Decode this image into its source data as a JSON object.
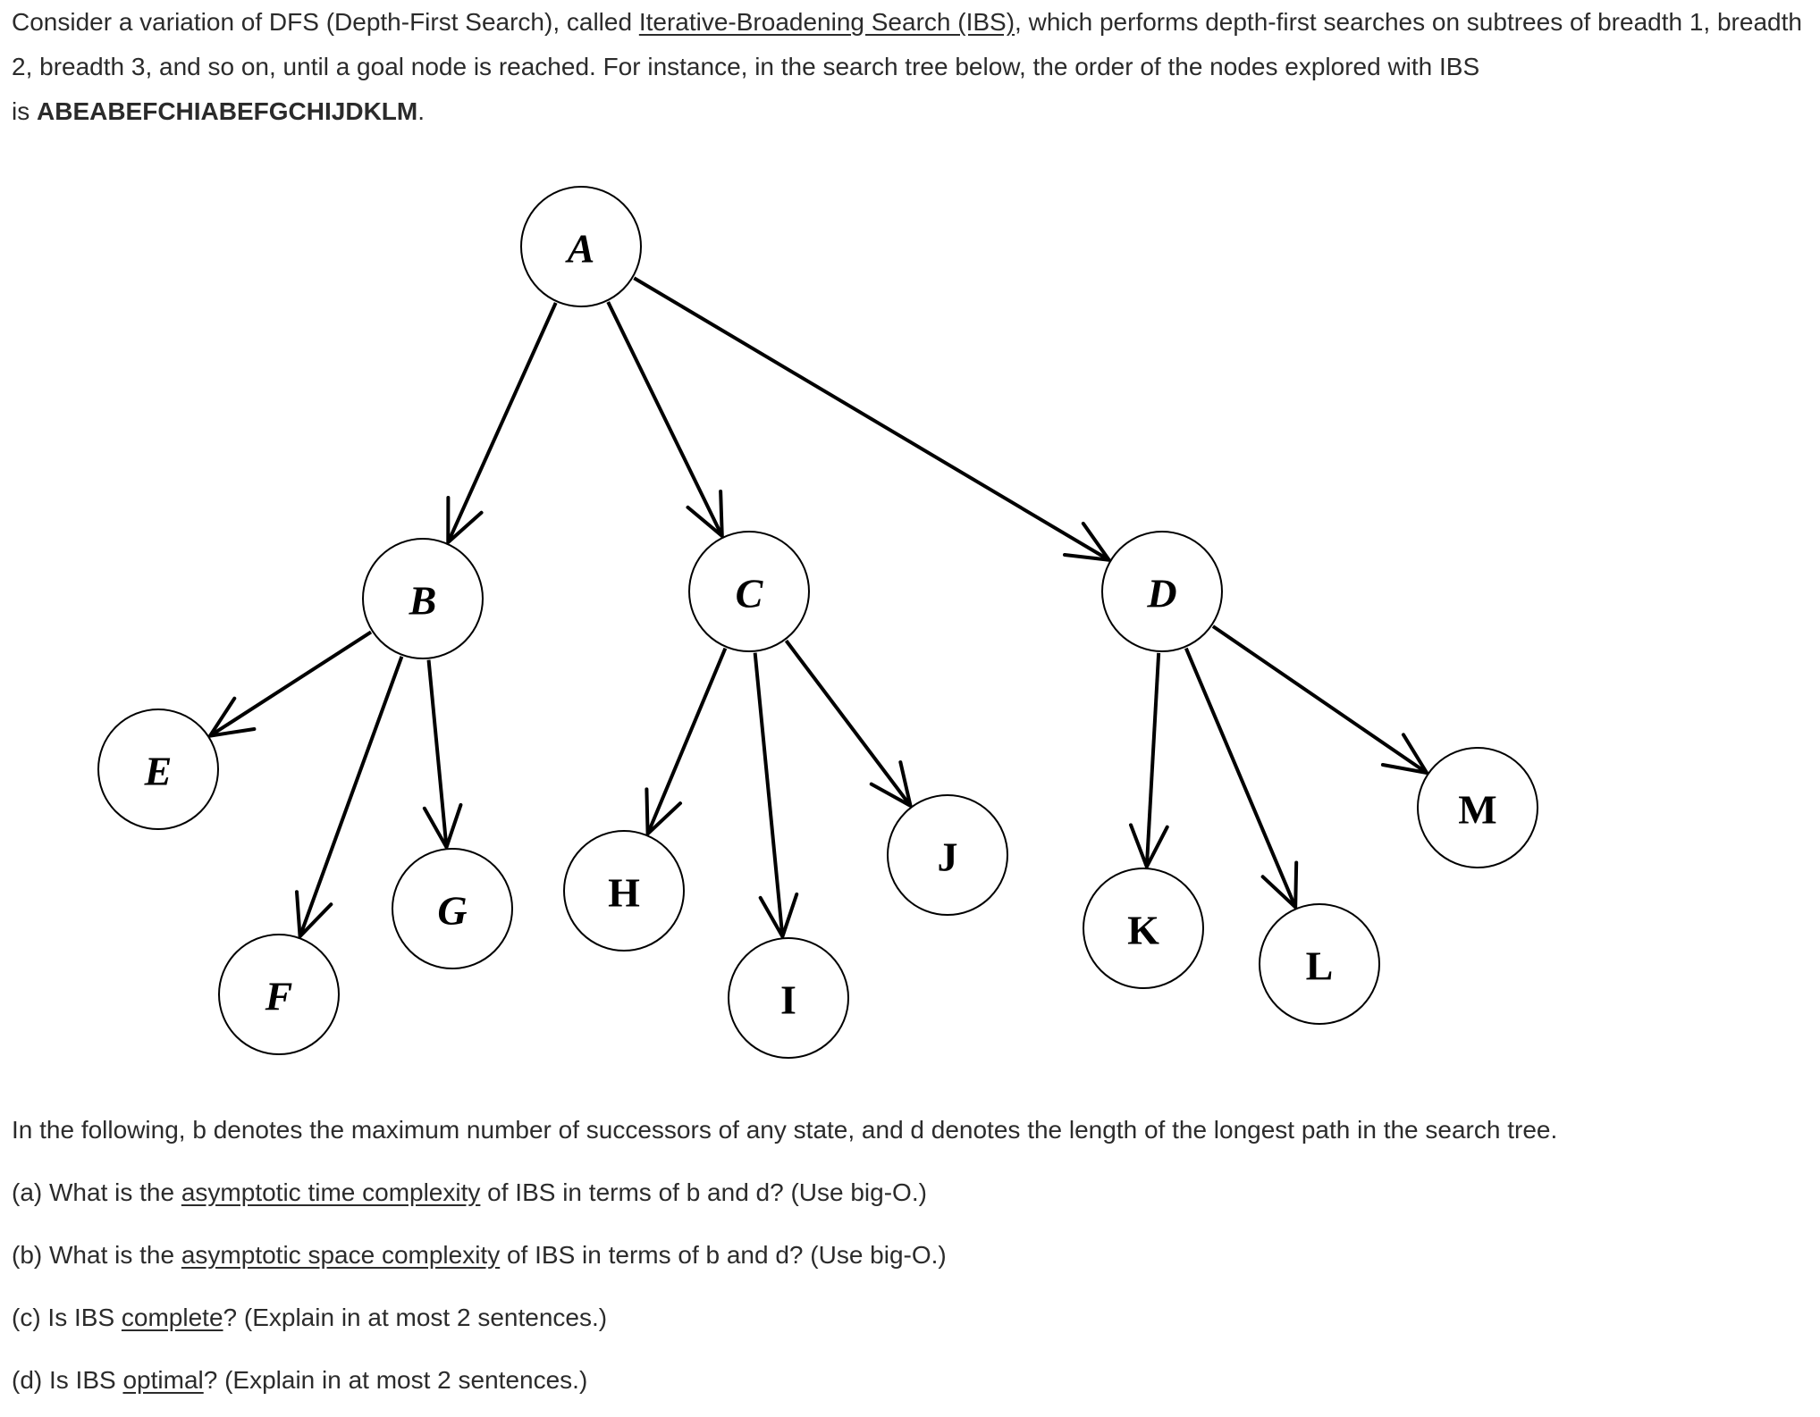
{
  "intro": {
    "s1": "Consider a variation of DFS (Depth-First Search), called ",
    "link": "Iterative-Broadening Search (IBS)",
    "s2": ", which performs depth-first searches on subtrees of breadth 1, breadth 2, breadth 3, and so on, until a goal node is reached. For instance, in the search tree below, the order of the nodes explored with IBS",
    "s3": "is ",
    "order": "ABEABEFCHIABEFGCHIJDKLM",
    "s4": "."
  },
  "tree": {
    "nodes": [
      {
        "id": "A",
        "label": "A",
        "italic": true
      },
      {
        "id": "B",
        "label": "B",
        "italic": true
      },
      {
        "id": "C",
        "label": "C",
        "italic": true
      },
      {
        "id": "D",
        "label": "D",
        "italic": true
      },
      {
        "id": "E",
        "label": "E",
        "italic": true
      },
      {
        "id": "F",
        "label": "F",
        "italic": true
      },
      {
        "id": "G",
        "label": "G",
        "italic": true
      },
      {
        "id": "H",
        "label": "H",
        "italic": false
      },
      {
        "id": "I",
        "label": "I",
        "italic": false
      },
      {
        "id": "J",
        "label": "J",
        "italic": false
      },
      {
        "id": "K",
        "label": "K",
        "italic": false
      },
      {
        "id": "L",
        "label": "L",
        "italic": false
      },
      {
        "id": "M",
        "label": "M",
        "italic": false
      }
    ],
    "edges": [
      [
        "A",
        "B"
      ],
      [
        "A",
        "C"
      ],
      [
        "A",
        "D"
      ],
      [
        "B",
        "E"
      ],
      [
        "B",
        "F"
      ],
      [
        "B",
        "G"
      ],
      [
        "C",
        "H"
      ],
      [
        "C",
        "I"
      ],
      [
        "C",
        "J"
      ],
      [
        "D",
        "K"
      ],
      [
        "D",
        "L"
      ],
      [
        "D",
        "M"
      ]
    ]
  },
  "questions": {
    "definition": "In the following, b denotes the maximum number of successors of any state, and d denotes the length of the longest path in the search tree.",
    "a": {
      "pre": "(a) What is the ",
      "link": "asymptotic time complexity",
      "post": " of IBS in terms of b and d? (Use big-O.)"
    },
    "b": {
      "pre": "(b) What is the ",
      "link": "asymptotic space complexity",
      "post": " of IBS in terms of b and d? (Use big-O.)"
    },
    "c": {
      "pre": "(c) Is IBS ",
      "link": "complete",
      "post": "? (Explain in at most 2 sentences.)"
    },
    "d": {
      "pre": "(d) Is IBS ",
      "link": "optimal",
      "post": "? (Explain in at most 2 sentences.)"
    }
  }
}
